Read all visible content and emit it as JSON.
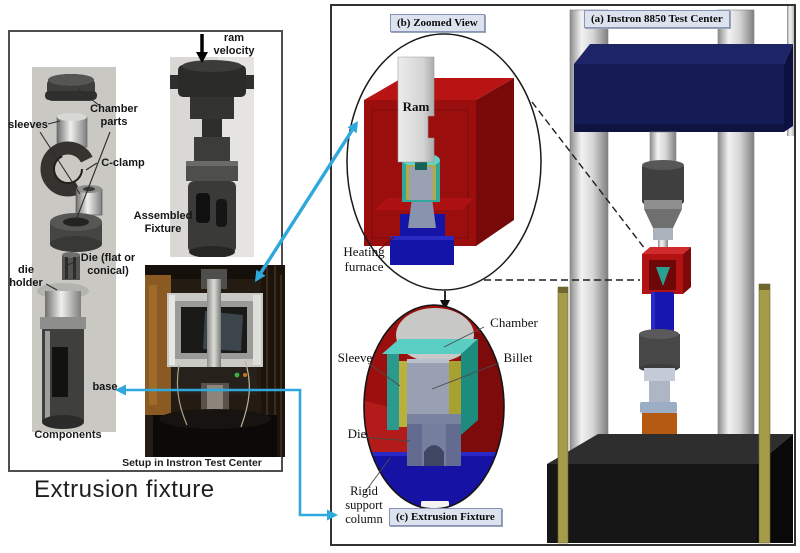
{
  "figure": {
    "left": {
      "title": "Extrusion fixture",
      "ram_velocity": "ram velocity",
      "sleeves": "sleeves",
      "chamber_parts": "Chamber parts",
      "c_clamp": "C-clamp",
      "die_label": "Die (flat or conical)",
      "die_holder": "die holder",
      "base": "base",
      "components_caption": "Components",
      "assembled_caption": "Assembled Fixture",
      "setup_caption": "Setup in Instron Test Center"
    },
    "right": {
      "callout_a": "(a) Instron 8850 Test Center",
      "callout_b": "(b) Zoomed View",
      "callout_c": "(c) Extrusion Fixture",
      "ram": "Ram",
      "heating_furnace": "Heating furnace",
      "chamber": "Chamber",
      "sleeve": "Sleeve",
      "billet": "Billet",
      "die": "Die",
      "rigid_support_column": "Rigid support column"
    },
    "colors": {
      "arrow_blue": "#2fa9dd",
      "furnace_red": "#9a0e0e",
      "machine_navy": "#141a54",
      "chamber_teal": "#2fa89c",
      "sleeve_yellow": "#b3ab3f",
      "support_blue": "#1414a8",
      "callout_bg": "#dde3ee"
    }
  }
}
